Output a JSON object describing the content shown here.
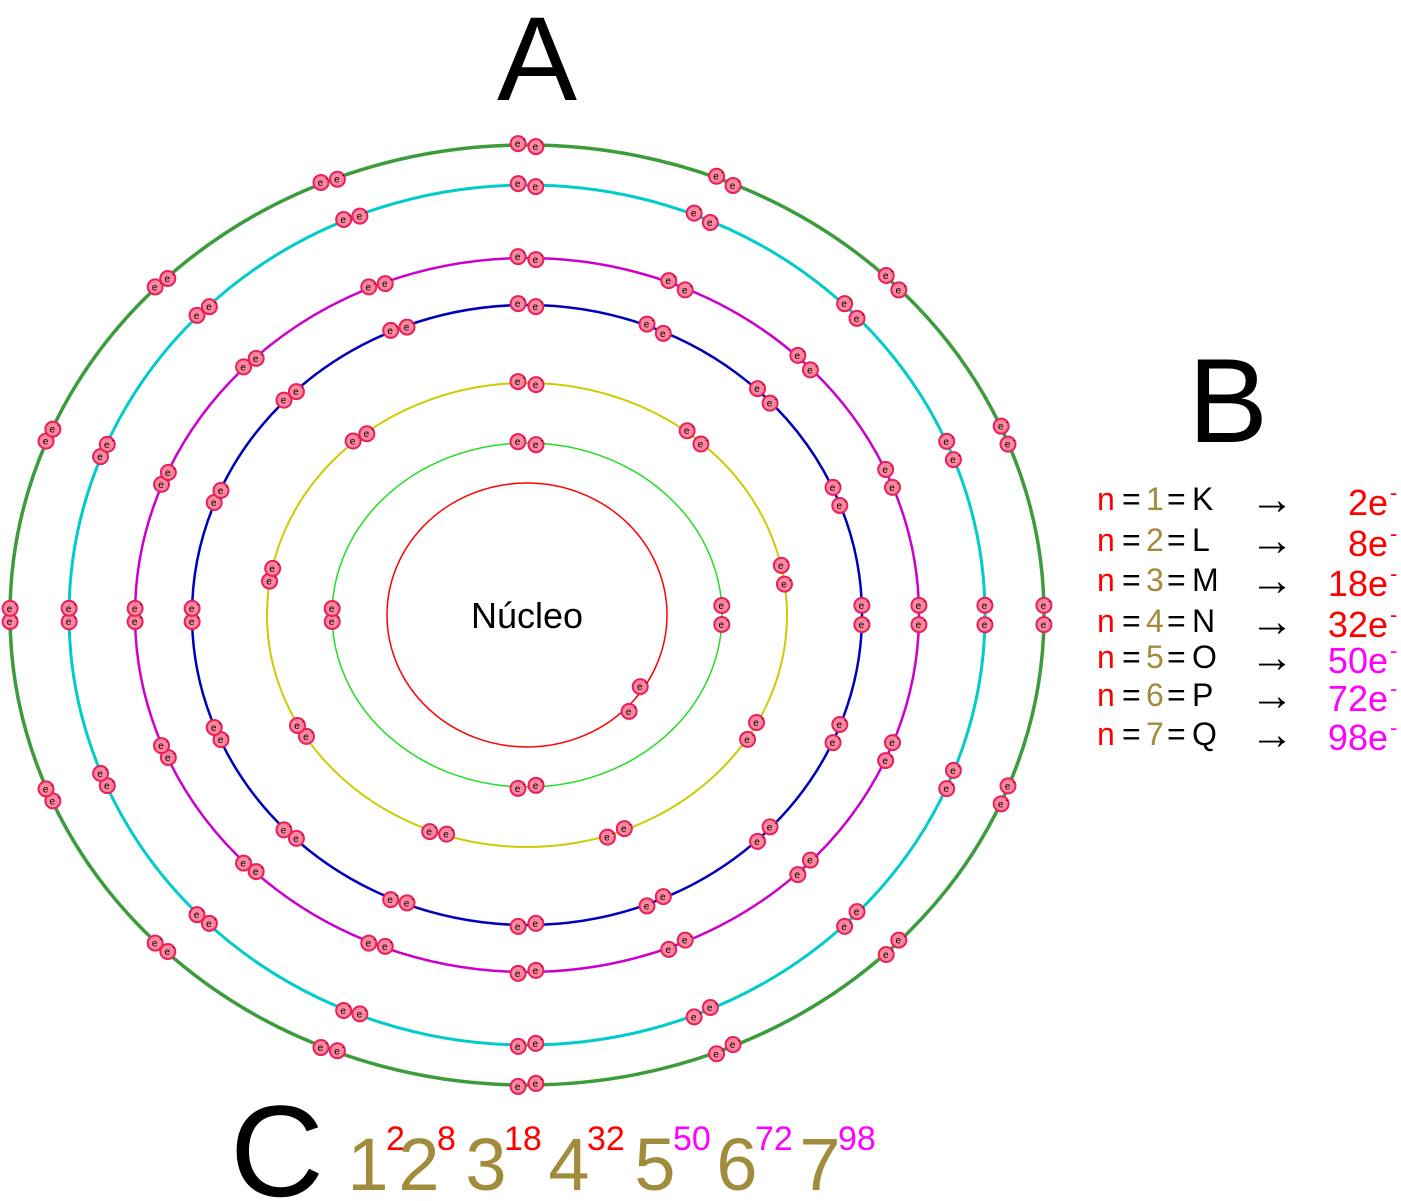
{
  "labels": {
    "panel_a": "A",
    "panel_b": "B",
    "panel_c": "C",
    "nucleus": "Núcleo",
    "electron": "e",
    "electron_charge": "-"
  },
  "colors": {
    "number": "#a08c3c",
    "red": "#ff0000",
    "magenta": "#ff00ff",
    "electron_fill": "#ff88a0",
    "electron_stroke": "#e8205a",
    "text": "#000000"
  },
  "shells": [
    {
      "n": "1",
      "letter": "K",
      "capacity": "2",
      "color": "#ff0000",
      "electrons": 2,
      "cap_color": "#ff0000"
    },
    {
      "n": "2",
      "letter": "L",
      "capacity": "8",
      "color": "#22dd22",
      "electrons": 8,
      "cap_color": "#ff0000"
    },
    {
      "n": "3",
      "letter": "M",
      "capacity": "18",
      "color": "#cccc00",
      "electrons": 18,
      "cap_color": "#ff0000"
    },
    {
      "n": "4",
      "letter": "N",
      "capacity": "32",
      "color": "#0000bb",
      "electrons": 32,
      "cap_color": "#ff0000"
    },
    {
      "n": "5",
      "letter": "O",
      "capacity": "50",
      "color": "#cc00cc",
      "electrons": 32,
      "cap_color": "#ff00ff"
    },
    {
      "n": "6",
      "letter": "P",
      "capacity": "72",
      "color": "#00cccc",
      "electrons": 32,
      "cap_color": "#ff00ff"
    },
    {
      "n": "7",
      "letter": "Q",
      "capacity": "98",
      "color": "#3c9c3c",
      "electrons": 32,
      "cap_color": "#ff00ff"
    }
  ],
  "table_b": {
    "n_symbol": "n",
    "equals": "=",
    "arrow": "→",
    "electron_unit": "e"
  }
}
